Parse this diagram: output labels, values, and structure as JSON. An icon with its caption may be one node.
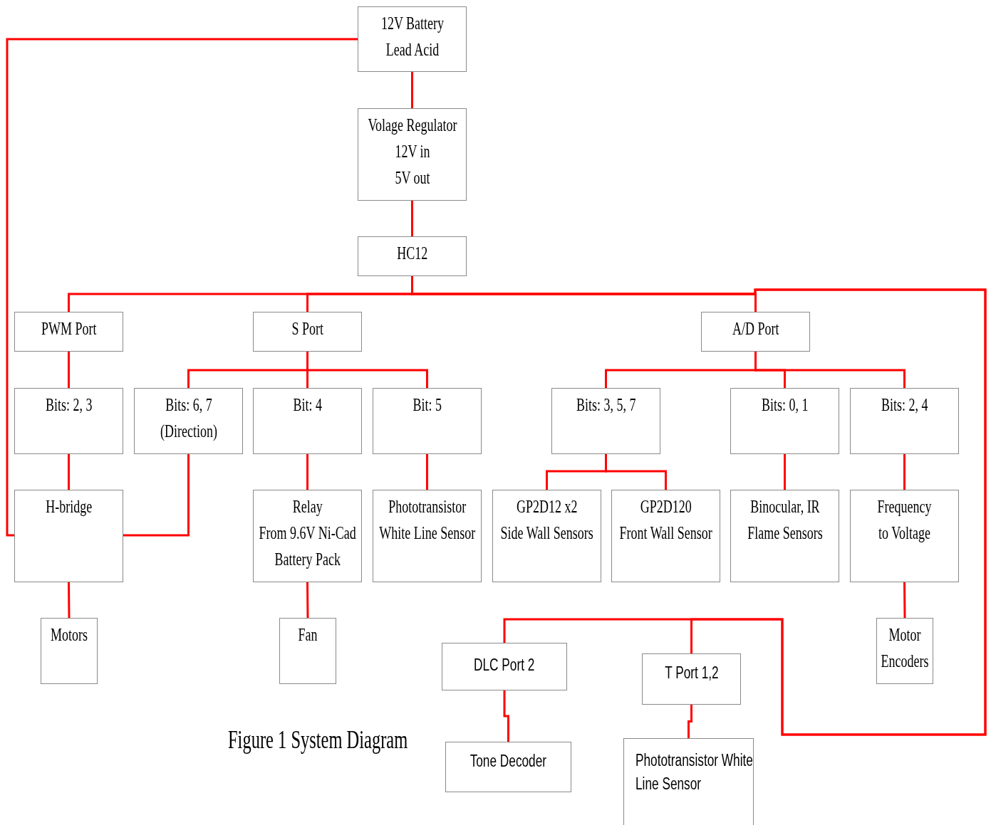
{
  "diagram": {
    "caption": "Figure 1 System Diagram",
    "nodes": [
      {
        "text": [
          "12V Battery Lead Acid"
        ]
      },
      {
        "text": [
          "Volage Regulator",
          "12V in 5V out"
        ]
      },
      {
        "text": [
          "HC12"
        ]
      },
      {
        "text": [
          "PWM Port"
        ]
      },
      {
        "text": [
          "S Port"
        ]
      },
      {
        "text": [
          "A/D Port"
        ]
      },
      {
        "text": [
          "Bits: 2, 3"
        ]
      },
      {
        "text": [
          "Bits: 6, 7 (Direction)"
        ]
      },
      {
        "text": [
          "Bit: 4"
        ]
      },
      {
        "text": [
          "Bit: 5"
        ]
      },
      {
        "text": [
          "Bits: 3, 5, 7"
        ]
      },
      {
        "text": [
          "Bits: 0, 1"
        ]
      },
      {
        "text": [
          "Bits: 2, 4"
        ]
      },
      {
        "text": [
          "H-bridge"
        ]
      },
      {
        "text": [
          "Relay",
          "From 9.6V Ni-Cad Battery Pack"
        ]
      },
      {
        "text": [
          "Phototransistor White Line Sensor"
        ]
      },
      {
        "text": [
          "GP2D12 x2",
          "Side Wall Sensors"
        ]
      },
      {
        "text": [
          "GP2D120",
          "Front Wall Sensor"
        ]
      },
      {
        "text": [
          "Binocular, IR Flame Sensors"
        ]
      },
      {
        "text": [
          "Frequency to Voltage"
        ]
      },
      {
        "text": [
          "Motors"
        ]
      },
      {
        "text": [
          "Fan"
        ]
      },
      {
        "text": [
          "DLC Port 2"
        ]
      },
      {
        "text": [
          "T Port 1,2"
        ]
      },
      {
        "text": [
          "Motor Encoders"
        ]
      },
      {
        "text": [
          "Tone Decoder"
        ]
      },
      {
        "text": [
          "Phototransistor White Line Sensor"
        ]
      }
    ],
    "edges": [
      {
        "from": 0,
        "to": 1,
        "arrow": "none"
      },
      {
        "from": 1,
        "to": 2,
        "arrow": "none"
      },
      {
        "from": 2,
        "to": 3,
        "arrow": "none"
      },
      {
        "from": 2,
        "to": 4,
        "arrow": "none"
      },
      {
        "from": 2,
        "to": 5,
        "arrow": "none"
      },
      {
        "from": 3,
        "to": 6,
        "arrow": "none"
      },
      {
        "from": 4,
        "to": 7,
        "arrow": "none"
      },
      {
        "from": 4,
        "to": 8,
        "arrow": "none"
      },
      {
        "from": 4,
        "to": 9,
        "arrow": "none"
      },
      {
        "from": 5,
        "to": 10,
        "arrow": "none"
      },
      {
        "from": 5,
        "to": 11,
        "arrow": "none"
      },
      {
        "from": 5,
        "to": 12,
        "arrow": "none"
      },
      {
        "from": 6,
        "to": 13,
        "arrow": "none"
      },
      {
        "from": 7,
        "to": 13,
        "arrow": "none"
      },
      {
        "from": 0,
        "to": 13,
        "arrow": "none"
      },
      {
        "from": 8,
        "to": 14,
        "arrow": "none"
      },
      {
        "from": 9,
        "to": 15,
        "arrow": "none"
      },
      {
        "from": 10,
        "to": 16,
        "arrow": "none"
      },
      {
        "from": 10,
        "to": 17,
        "arrow": "none"
      },
      {
        "from": 11,
        "to": 18,
        "arrow": "none"
      },
      {
        "from": 12,
        "to": 19,
        "arrow": "none"
      },
      {
        "from": 13,
        "to": 20,
        "arrow": "none"
      },
      {
        "from": 14,
        "to": 21,
        "arrow": "none"
      },
      {
        "from": 19,
        "to": 24,
        "arrow": "none"
      },
      {
        "from": 2,
        "to": 22,
        "arrow": "none"
      },
      {
        "from": 2,
        "to": 23,
        "arrow": "none"
      },
      {
        "from": 22,
        "to": 25,
        "arrow": "none"
      },
      {
        "from": 23,
        "to": 26,
        "arrow": "none"
      }
    ]
  }
}
